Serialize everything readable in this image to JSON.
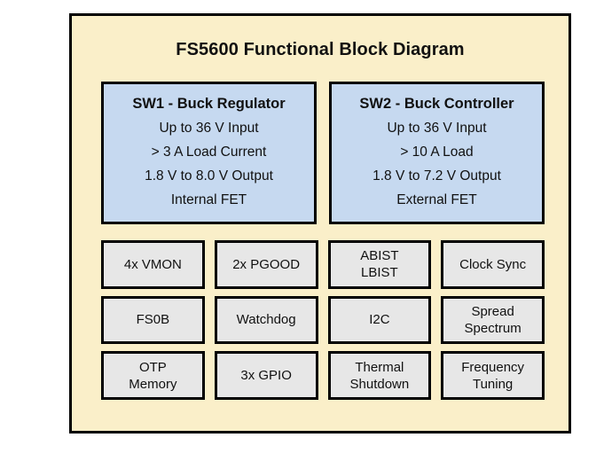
{
  "panel": {
    "title": "FS5600 Functional Block Diagram",
    "background_color": "#faefc9",
    "border_color": "#000000"
  },
  "regulators": {
    "block_color": "#c6d9f0",
    "items": [
      {
        "name": "sw1",
        "title": "SW1 - Buck Regulator",
        "specs": [
          "Up to 36 V Input",
          "> 3 A Load Current",
          "1.8 V to 8.0 V Output",
          "Internal FET"
        ]
      },
      {
        "name": "sw2",
        "title": "SW2 - Buck Controller",
        "specs": [
          "Up to 36 V Input",
          "> 10 A Load",
          "1.8 V to 7.2 V Output",
          "External FET"
        ]
      }
    ]
  },
  "features": {
    "box_color": "#e7e7e7",
    "items": [
      {
        "name": "vmon",
        "lines": [
          "4x VMON"
        ]
      },
      {
        "name": "pgood",
        "lines": [
          "2x PGOOD"
        ]
      },
      {
        "name": "abist-lbist",
        "lines": [
          "ABIST",
          "LBIST"
        ]
      },
      {
        "name": "clock-sync",
        "lines": [
          "Clock Sync"
        ]
      },
      {
        "name": "fs0b",
        "lines": [
          "FS0B"
        ]
      },
      {
        "name": "watchdog",
        "lines": [
          "Watchdog"
        ]
      },
      {
        "name": "i2c",
        "lines": [
          "I2C"
        ]
      },
      {
        "name": "spread-spectrum",
        "lines": [
          "Spread",
          "Spectrum"
        ]
      },
      {
        "name": "otp-memory",
        "lines": [
          "OTP",
          "Memory"
        ]
      },
      {
        "name": "gpio",
        "lines": [
          "3x GPIO"
        ]
      },
      {
        "name": "thermal-shutdown",
        "lines": [
          "Thermal",
          "Shutdown"
        ]
      },
      {
        "name": "frequency-tuning",
        "lines": [
          "Frequency",
          "Tuning"
        ]
      }
    ]
  }
}
